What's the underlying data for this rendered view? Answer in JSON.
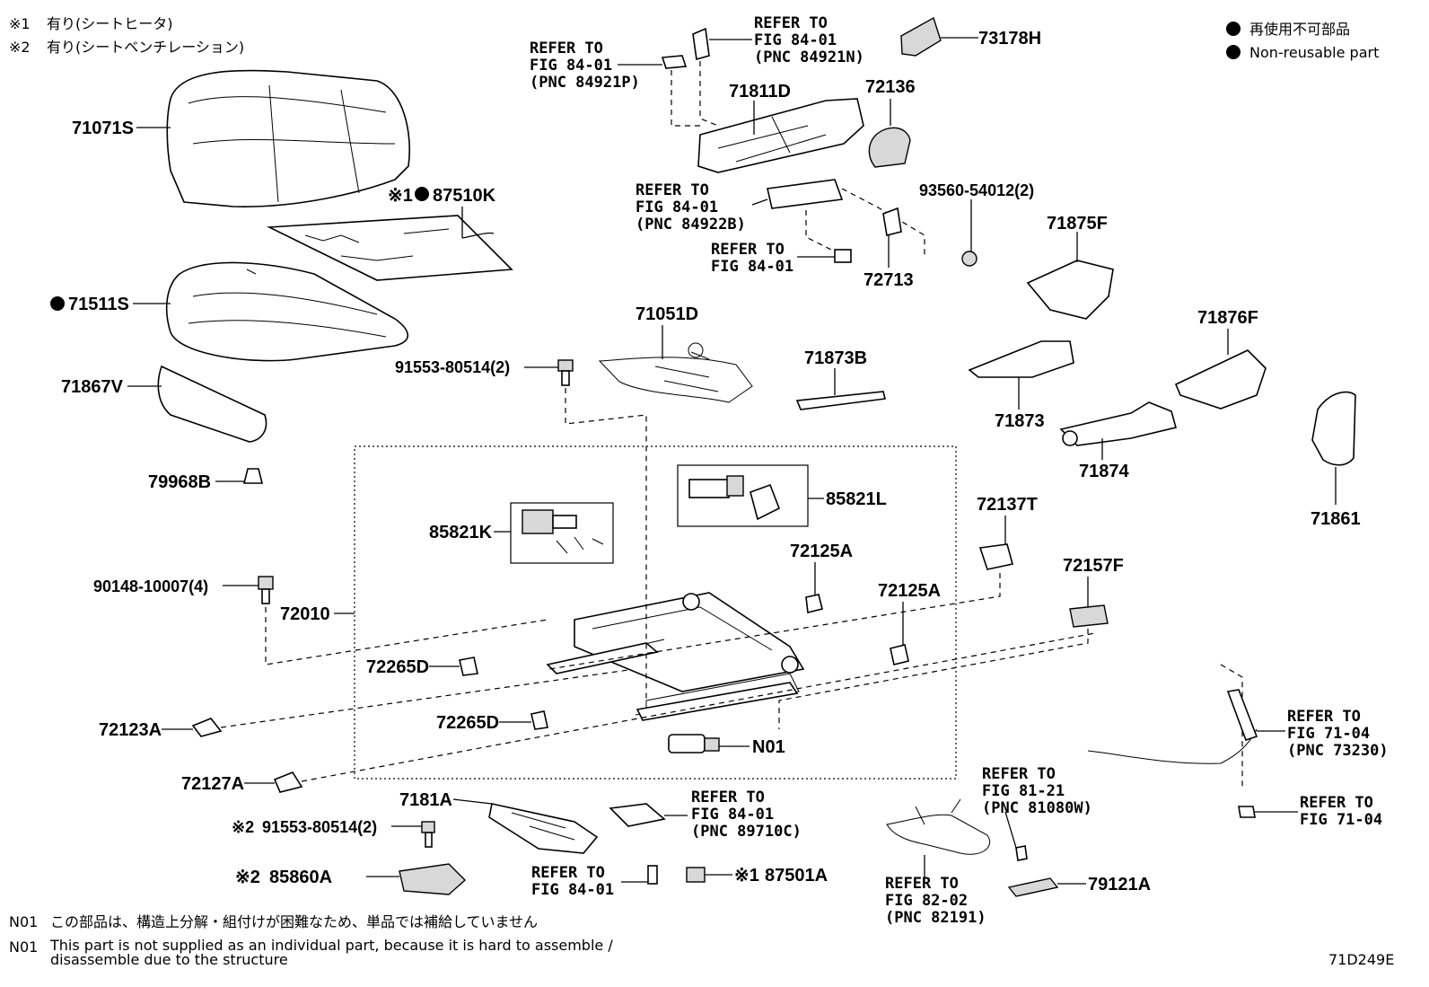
{
  "notes_top": [
    {
      "mark": "※1",
      "text": "有り(シートヒータ)"
    },
    {
      "mark": "※2",
      "text": "有り(シートベンチレーション)"
    }
  ],
  "legend": {
    "jp": "再使用不可部品",
    "en": "Non-reusable part"
  },
  "part_numbers": {
    "p71071S": "71071S",
    "p87510K": "87510K",
    "p87510K_mark": "※1",
    "p71511S": "71511S",
    "p71867V": "71867V",
    "p79968B": "79968B",
    "p90148": "90148-10007(4)",
    "p72010": "72010",
    "p72123A": "72123A",
    "p72127A": "72127A",
    "p91553a": "91553-80514(2)",
    "p91553b": "91553-80514(2)",
    "p91553b_mark": "※2",
    "p85860A": "85860A",
    "p85860A_mark": "※2",
    "p7181A": "7181A",
    "p87501A": "87501A",
    "p87501A_mark": "※1",
    "p71811D": "71811D",
    "p72136": "72136",
    "p73178H": "73178H",
    "p93560": "93560-54012(2)",
    "p72713": "72713",
    "p71875F": "71875F",
    "p71051D": "71051D",
    "p71873B": "71873B",
    "p71873": "71873",
    "p71876F": "71876F",
    "p71874": "71874",
    "p71861": "71861",
    "p85821K": "85821K",
    "p85821L": "85821L",
    "p72125A_1": "72125A",
    "p72125A_2": "72125A",
    "p72265D_1": "72265D",
    "p72265D_2": "72265D",
    "pN01": "N01",
    "p72137T": "72137T",
    "p72157F": "72157F",
    "p79121A": "79121A"
  },
  "refs": {
    "r84921P": [
      "REFER TO",
      "FIG 84-01",
      "(PNC 84921P)"
    ],
    "r84921N": [
      "REFER TO",
      "FIG 84-01",
      "(PNC 84921N)"
    ],
    "r84922B": [
      "REFER TO",
      "FIG 84-01",
      "(PNC 84922B)"
    ],
    "r8401a": [
      "REFER TO",
      "FIG 84-01"
    ],
    "r89710C": [
      "REFER TO",
      "FIG 84-01",
      "(PNC 89710C)"
    ],
    "r8401b": [
      "REFER TO",
      "FIG 84-01"
    ],
    "r81080W": [
      "REFER TO",
      "FIG 81-21",
      "(PNC 81080W)"
    ],
    "r82191": [
      "REFER TO",
      "FIG 82-02",
      "(PNC 82191)"
    ],
    "r73230": [
      "REFER TO",
      "FIG 71-04",
      "(PNC 73230)"
    ],
    "r7104": [
      "REFER TO",
      "FIG 71-04"
    ]
  },
  "footer": {
    "n01_jp_code": "N01",
    "n01_jp": "この部品は、構造上分解・組付けが困難なため、単品では補給していません",
    "n01_en_code": "N01",
    "n01_en_line1": "This part is not supplied as an individual part, because it is hard to assemble /",
    "n01_en_line2": "disassemble due to the structure",
    "figure_id": "71D249E"
  }
}
